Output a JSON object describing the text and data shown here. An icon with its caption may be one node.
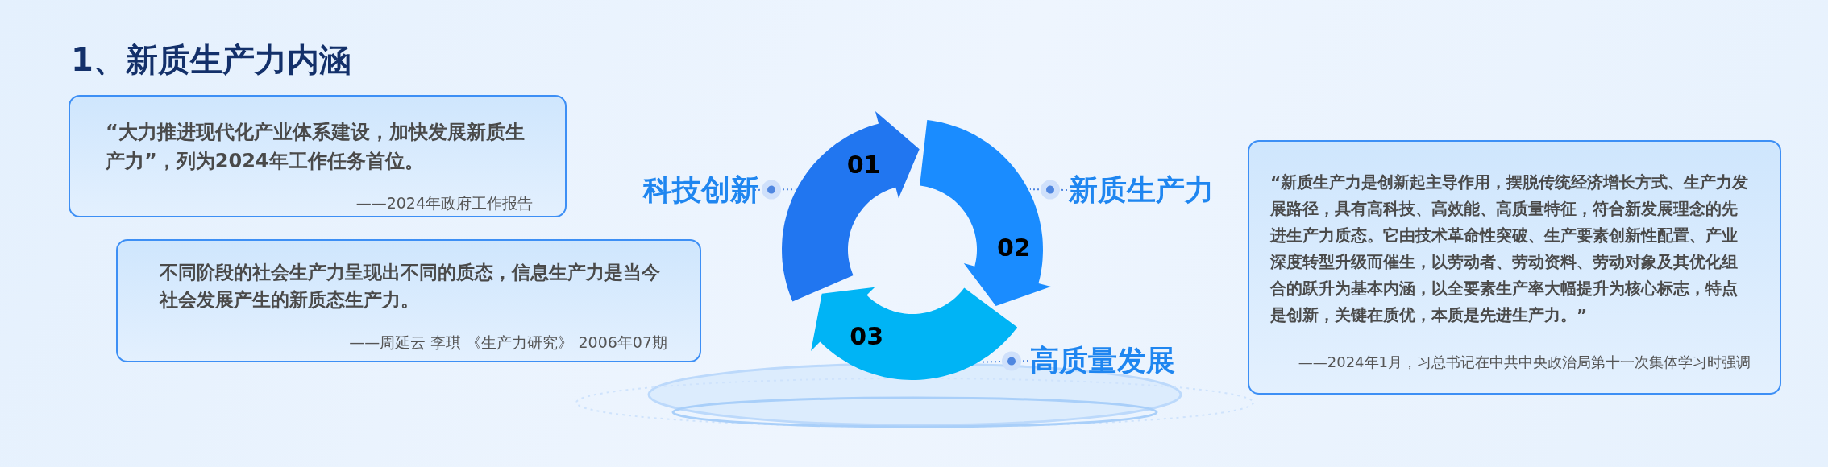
{
  "diagram": {
    "title": "1、新质生产力内涵",
    "nodes": [
      {
        "text": [
          "“大力推进现代化产业体系建设，加快发展新质生产力”，列为2024年工作任务首位。",
          "——2024年政府工作报告"
        ]
      },
      {
        "text": [
          "不同阶段的社会生产力呈现出不同的质态，信息生产力是当今社会发展产生的新质态生产力。",
          "——周延云  李琪 《生产力研究》 2006年07期"
        ]
      },
      {
        "text": [
          "“新质生产力是创新起主导作用，摆脱传统经济增长方式、生产力发展路径，具有高科技、高效能、高质量特征，符合新发展理念的先进生产力质态。它由技术革命性突破、生产要素创新性配置、产业深度转型升级而催生，以劳动者、劳动资料、劳动对象及其优化组合的跃升为基本内涵，以全要素生产率大幅提升为核心标志，特点是创新，关键在质优，本质是先进生产力。”",
          "——2024年1月，习总书记在中共中央政治局第十一次集体学习时强调"
        ]
      },
      {
        "text": [
          "01"
        ]
      },
      {
        "text": [
          "02"
        ]
      },
      {
        "text": [
          "03"
        ]
      },
      {
        "text": [
          "科技创新"
        ]
      },
      {
        "text": [
          "新质生产力"
        ]
      },
      {
        "text": [
          "高质量发展"
        ]
      }
    ],
    "edges": [
      {
        "from": 6,
        "to": 3,
        "arrow": "other",
        "style": "dashed"
      },
      {
        "from": 7,
        "to": 4,
        "arrow": "other",
        "style": "dashed"
      },
      {
        "from": 8,
        "to": 5,
        "arrow": "other",
        "style": "dashed"
      }
    ]
  }
}
